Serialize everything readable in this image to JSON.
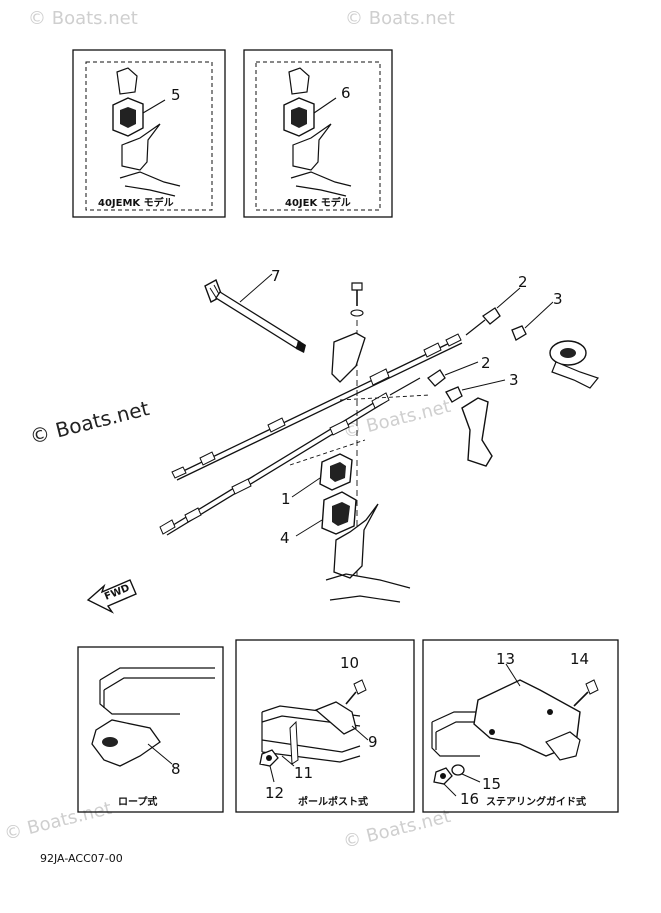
{
  "watermarks": {
    "top_left": "© Boats.net",
    "top_right": "© Boats.net",
    "middle_left": "© Boats.net",
    "middle_center": "© Boats.net",
    "bottom_left": "© Boats.net",
    "bottom_right": "© Boats.net"
  },
  "top_boxes": [
    {
      "caption": "40JEMK モデル",
      "callout": "5"
    },
    {
      "caption": "40JEK モデル",
      "callout": "6"
    }
  ],
  "callouts": {
    "c7": "7",
    "c2a": "2",
    "c3a": "3",
    "c2b": "2",
    "c3b": "3",
    "c1": "1",
    "c4": "4"
  },
  "fwd_label": "FWD",
  "bottom_boxes": {
    "rope": {
      "caption": "ロープ式",
      "callouts": [
        "8"
      ]
    },
    "pole": {
      "caption": "ポールポスト式",
      "callouts": [
        "10",
        "9",
        "11",
        "12"
      ]
    },
    "steer": {
      "caption": "ステアリングガイド式",
      "callouts": [
        "13",
        "14",
        "15",
        "16"
      ]
    }
  },
  "diagram_code": "92JA-ACC07-00"
}
